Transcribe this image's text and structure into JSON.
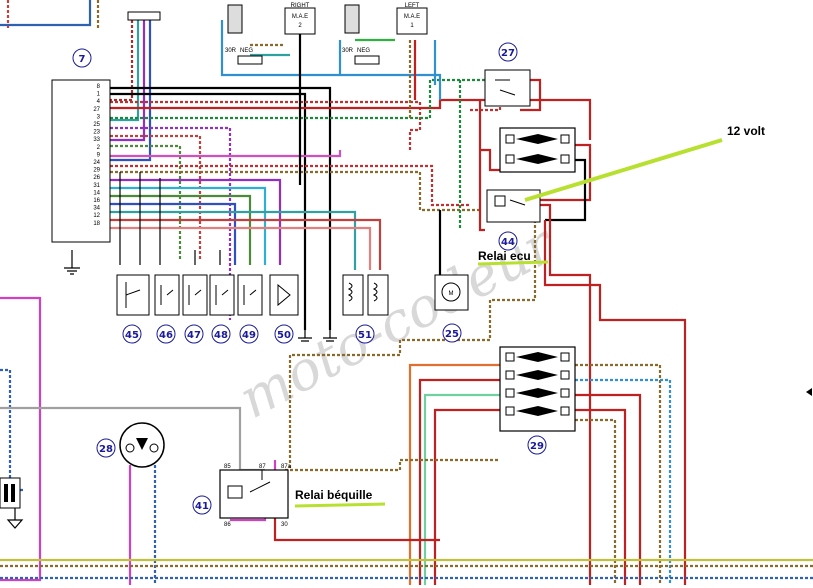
{
  "components": {
    "c7": "7",
    "c27": "27",
    "c44": "44",
    "c25": "25",
    "c45": "45",
    "c46": "46",
    "c47": "47",
    "c48": "48",
    "c49": "49",
    "c50": "50",
    "c51": "51",
    "c29": "29",
    "c28": "28",
    "c41": "41"
  },
  "mae_right": {
    "side": "RIGHT",
    "label": "M.A.E",
    "index": "2",
    "v30": "30R",
    "neg": "NEG"
  },
  "mae_left": {
    "side": "LEFT",
    "label": "M.A.E",
    "index": "1",
    "v30": "30R",
    "neg": "NEG"
  },
  "annotations": {
    "twelve_volt": "12 volt",
    "relai_ecu": "Relai ecu",
    "relai_bequille": "Relai béquille"
  },
  "relay41_pins": {
    "p85": "85",
    "p87": "87",
    "p87a": "87a",
    "p86": "86",
    "p30": "30"
  },
  "ecu_pins": [
    "8",
    "1",
    "4",
    "27",
    "3",
    "25",
    "23",
    "33",
    "2",
    "9",
    "24",
    "29",
    "26",
    "31",
    "14",
    "16",
    "34",
    "12",
    "18"
  ],
  "watermark": "moto-codeur"
}
